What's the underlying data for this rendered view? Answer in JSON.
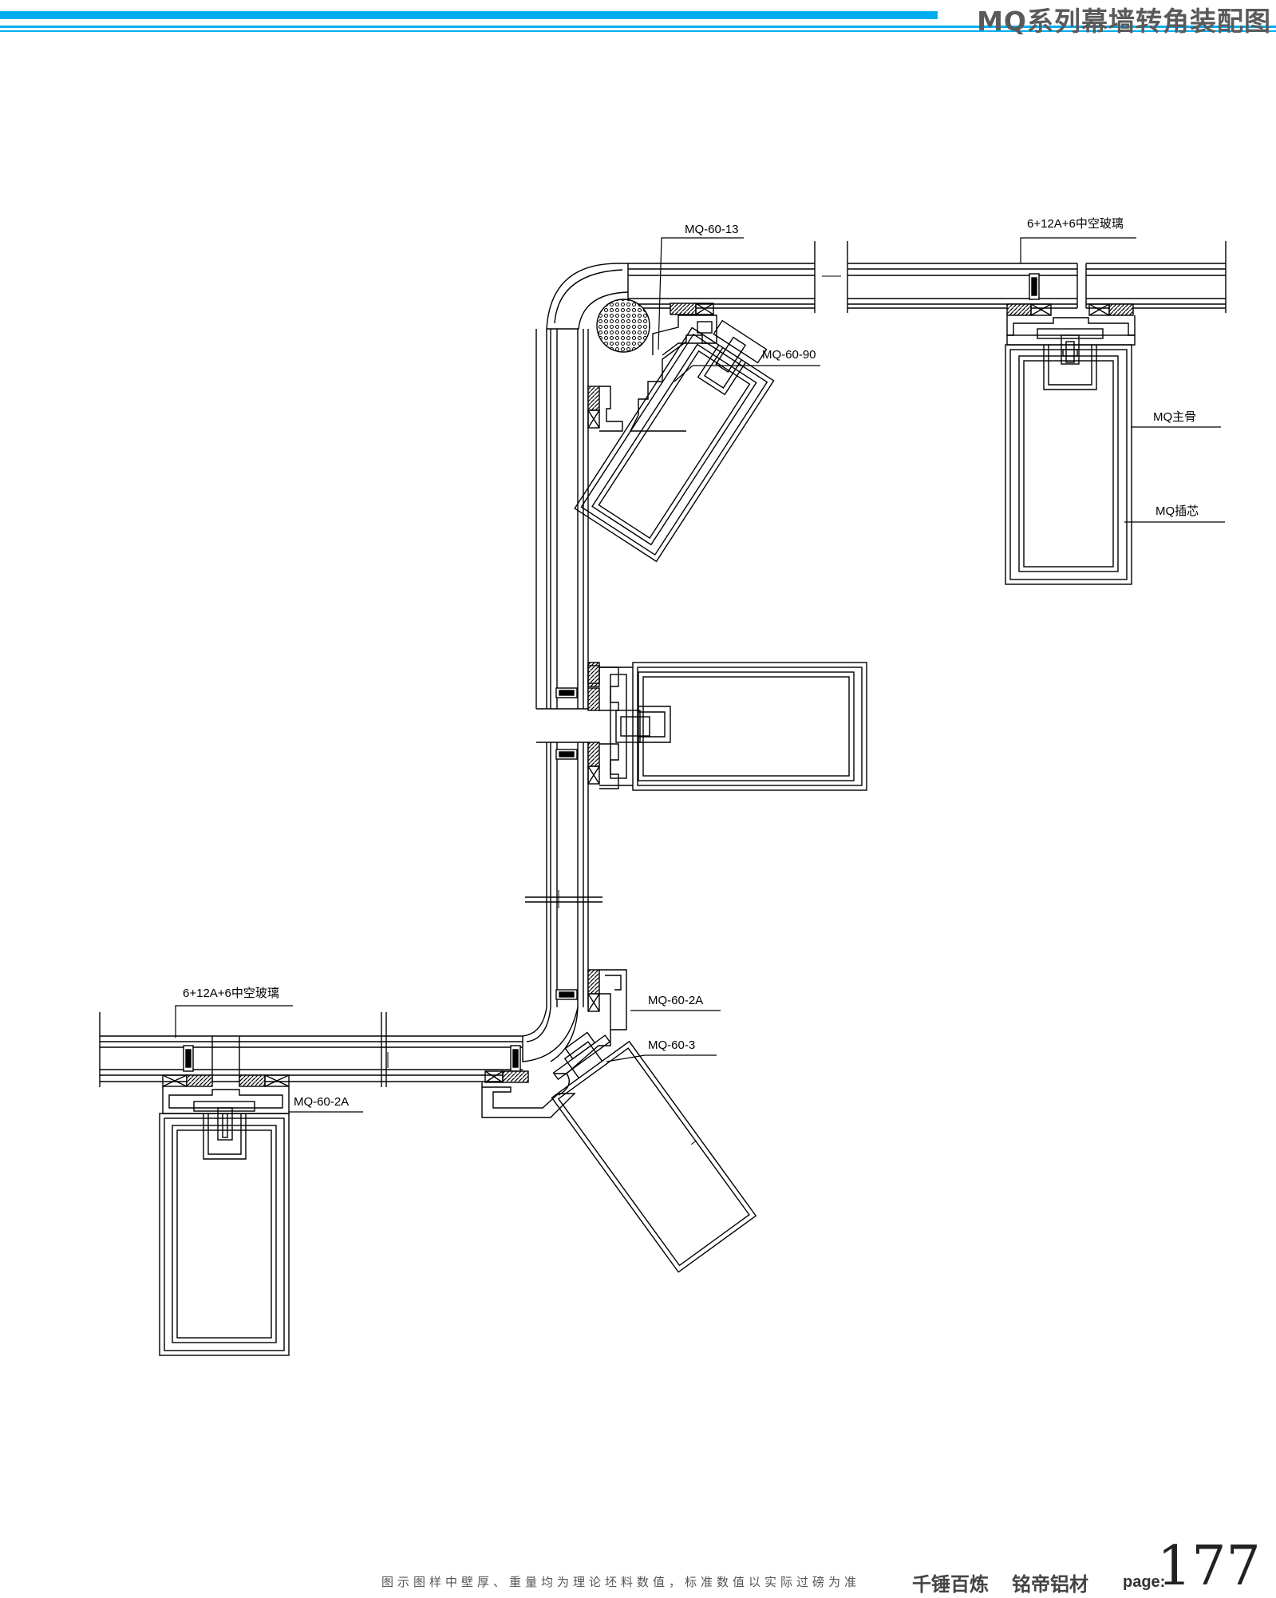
{
  "header": {
    "title": "MQ系列幕墙转角装配图",
    "accent_color": "#00aeef"
  },
  "callouts": {
    "top_corner_profile": "MQ-60-13",
    "top_glass": "6+12A+6中空玻璃",
    "top_adapter": "MQ-60-90",
    "main_mullion": "MQ主骨",
    "insert_core": "MQ插芯",
    "bottom_glass": "6+12A+6中空玻璃",
    "bottom_left_profile": "MQ-60-2A",
    "bottom_right_profile": "MQ-60-2A",
    "bottom_adapter": "MQ-60-3"
  },
  "footer": {
    "note": "图示图样中壁厚、重量均为理论坯料数值，标准数值以实际过磅为准",
    "brand_1": "千锤百炼",
    "brand_2": "铭帝铝材",
    "page_label": "page:",
    "page_number": "177"
  }
}
